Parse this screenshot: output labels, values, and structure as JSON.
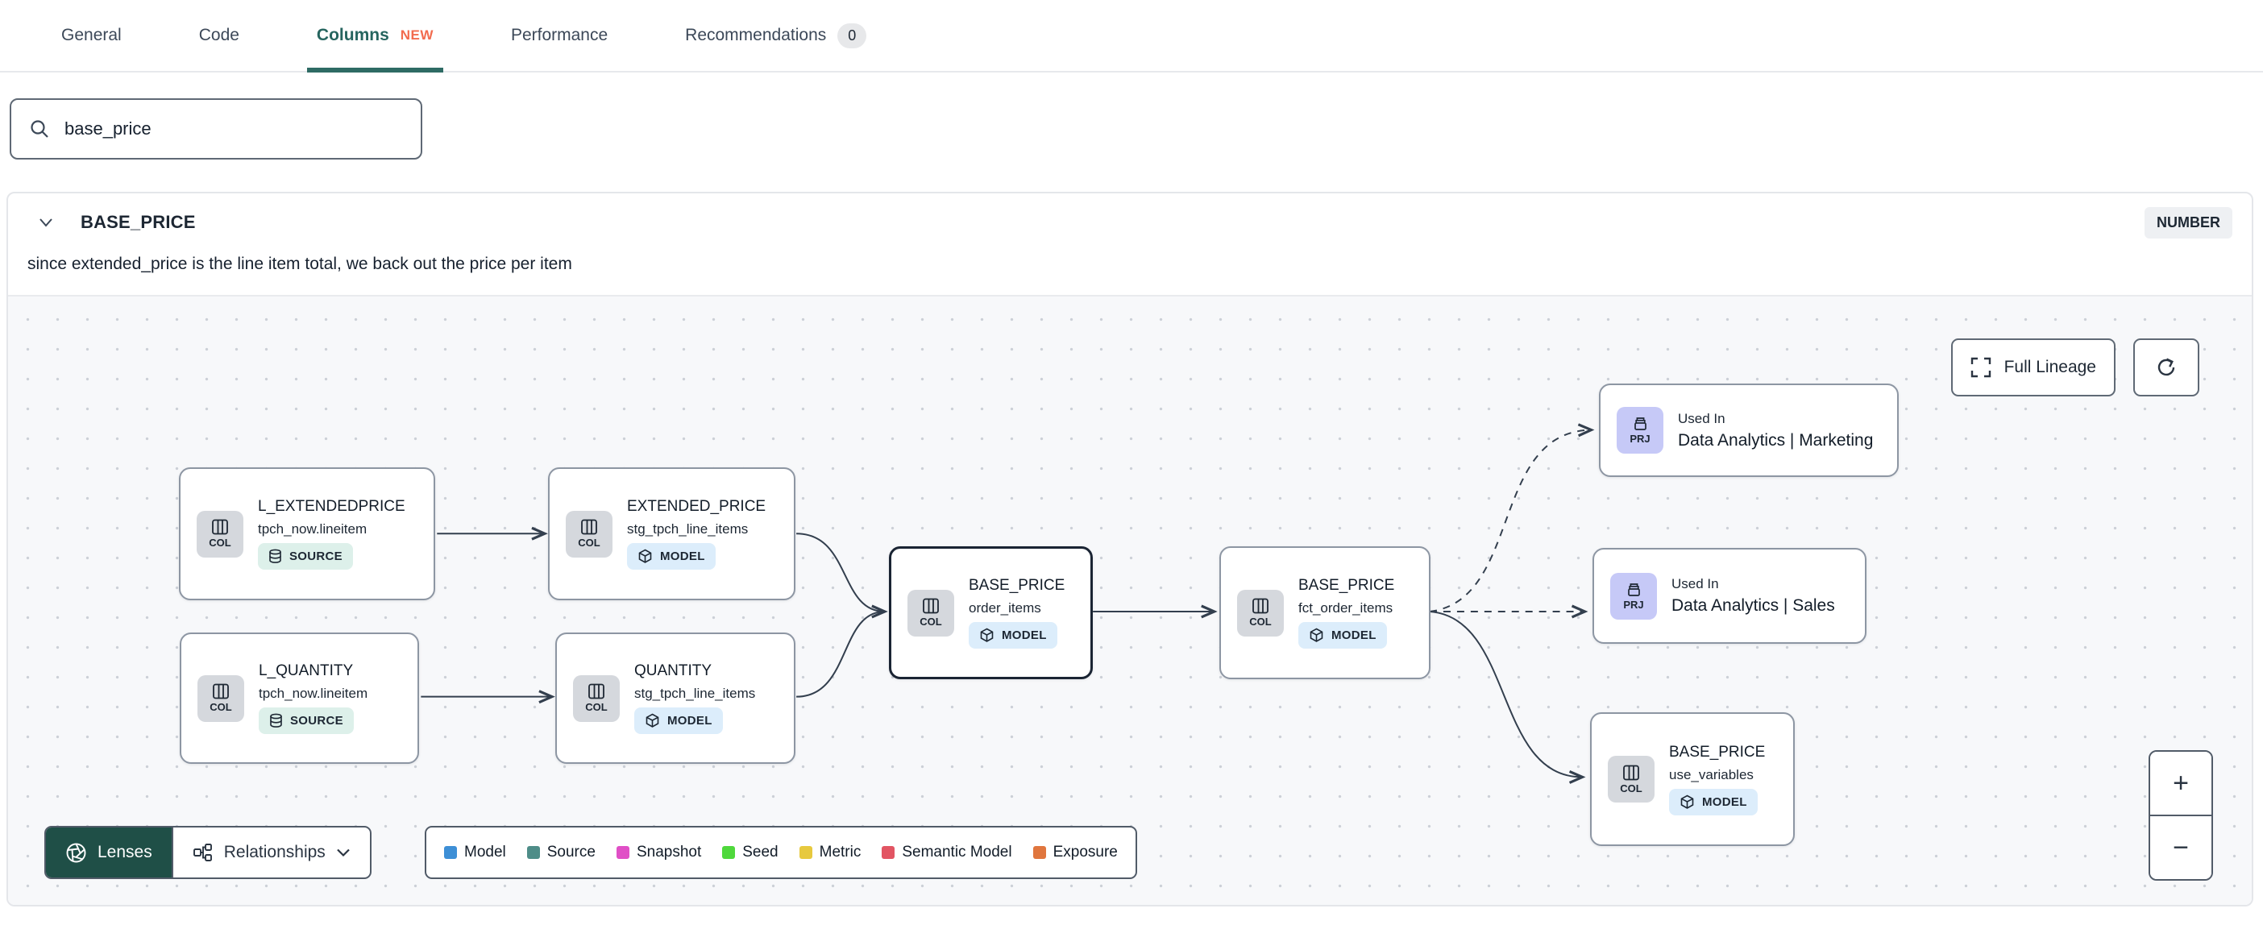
{
  "tabs": {
    "items": [
      {
        "label": "General"
      },
      {
        "label": "Code"
      },
      {
        "label": "Columns",
        "badge": "NEW"
      },
      {
        "label": "Performance"
      },
      {
        "label": "Recommendations",
        "count": "0"
      }
    ]
  },
  "search": {
    "value": "base_price"
  },
  "column_panel": {
    "name": "BASE_PRICE",
    "type_badge": "NUMBER",
    "description": "since extended_price is the line item total, we back out the price per item"
  },
  "lineage": {
    "controls": {
      "full_lineage": "Full Lineage",
      "refresh_icon": "refresh-icon",
      "zoom_in": "+",
      "zoom_out": "−"
    },
    "toolbar": {
      "lenses": "Lenses",
      "relationships": "Relationships"
    },
    "legend": [
      {
        "label": "Model",
        "color": "#3d8fd6"
      },
      {
        "label": "Source",
        "color": "#4e8d88"
      },
      {
        "label": "Snapshot",
        "color": "#e04fc6"
      },
      {
        "label": "Seed",
        "color": "#4fd83c"
      },
      {
        "label": "Metric",
        "color": "#e7c93e"
      },
      {
        "label": "Semantic Model",
        "color": "#e25563"
      },
      {
        "label": "Exposure",
        "color": "#e0763e"
      }
    ],
    "nodes": [
      {
        "kind": "COL",
        "title": "L_EXTENDEDPRICE",
        "subtitle": "tpch_now.lineitem",
        "badge": "SOURCE"
      },
      {
        "kind": "COL",
        "title": "EXTENDED_PRICE",
        "subtitle": "stg_tpch_line_items",
        "badge": "MODEL"
      },
      {
        "kind": "COL",
        "title": "L_QUANTITY",
        "subtitle": "tpch_now.lineitem",
        "badge": "SOURCE"
      },
      {
        "kind": "COL",
        "title": "QUANTITY",
        "subtitle": "stg_tpch_line_items",
        "badge": "MODEL"
      },
      {
        "kind": "COL",
        "title": "BASE_PRICE",
        "subtitle": "order_items",
        "badge": "MODEL"
      },
      {
        "kind": "COL",
        "title": "BASE_PRICE",
        "subtitle": "fct_order_items",
        "badge": "MODEL"
      },
      {
        "kind": "PRJ",
        "eyebrow": "Used In",
        "title": "Data Analytics | Marketing"
      },
      {
        "kind": "PRJ",
        "eyebrow": "Used In",
        "title": "Data Analytics | Sales"
      },
      {
        "kind": "COL",
        "title": "BASE_PRICE",
        "subtitle": "use_variables",
        "badge": "MODEL"
      }
    ]
  }
}
